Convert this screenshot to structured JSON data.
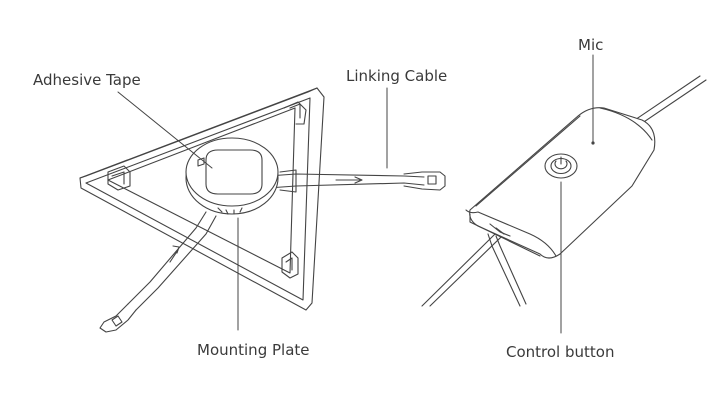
{
  "labels": {
    "adhesive_tape": "Adhesive Tape",
    "linking_cable": "Linking Cable",
    "mounting_plate": "Mounting Plate",
    "mic": "Mic",
    "control_button": "Control button"
  },
  "colors": {
    "line": "#444444",
    "text": "#3a3a3a",
    "background": "#ffffff"
  },
  "icons": {
    "control_button": "power-icon"
  }
}
